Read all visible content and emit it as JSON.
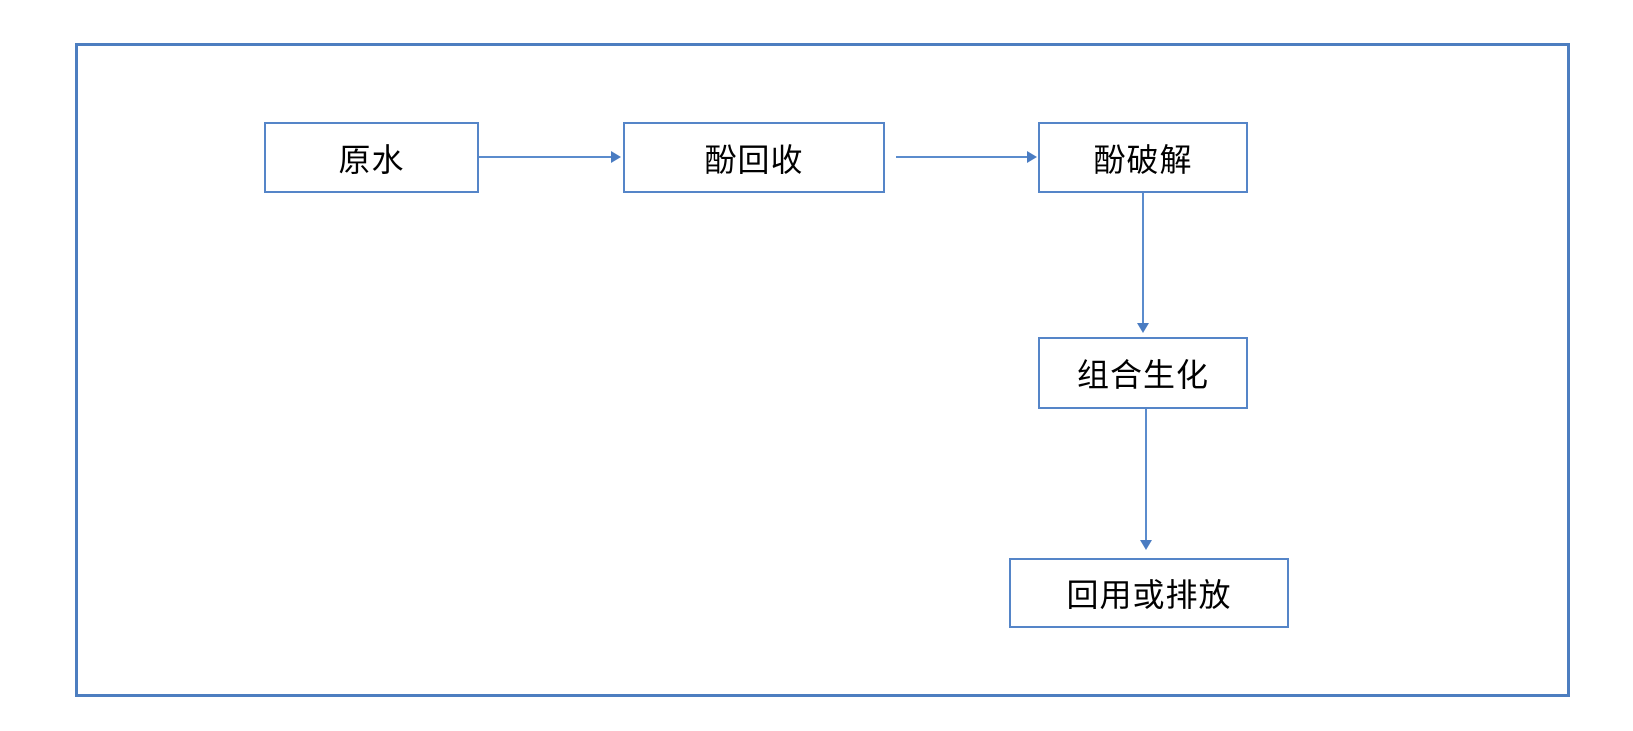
{
  "diagram": {
    "type": "flowchart",
    "nodes": [
      {
        "id": "raw-water",
        "label": "原水"
      },
      {
        "id": "phenol-recovery",
        "label": "酚回收"
      },
      {
        "id": "phenol-cracking",
        "label": "酚破解"
      },
      {
        "id": "combined-biochemical",
        "label": "组合生化"
      },
      {
        "id": "reuse-or-discharge",
        "label": "回用或排放"
      }
    ],
    "edges": [
      {
        "from": "raw-water",
        "to": "phenol-recovery",
        "direction": "right"
      },
      {
        "from": "phenol-recovery",
        "to": "phenol-cracking",
        "direction": "right"
      },
      {
        "from": "phenol-cracking",
        "to": "combined-biochemical",
        "direction": "down"
      },
      {
        "from": "combined-biochemical",
        "to": "reuse-or-discharge",
        "direction": "down"
      }
    ],
    "colors": {
      "outer_border": "#4d7ec0",
      "node_border": "#5585c8",
      "arrow": "#5b8ccd",
      "arrow_head": "#4a7cc2",
      "text": "#000000",
      "background": "#ffffff"
    }
  }
}
